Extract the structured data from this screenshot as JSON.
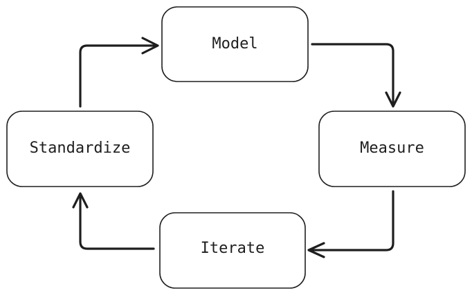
{
  "diagram": {
    "type": "cycle",
    "nodes": [
      {
        "id": "model",
        "label": "Model"
      },
      {
        "id": "measure",
        "label": "Measure"
      },
      {
        "id": "iterate",
        "label": "Iterate"
      },
      {
        "id": "standardize",
        "label": "Standardize"
      }
    ],
    "edges": [
      {
        "from": "model",
        "to": "measure"
      },
      {
        "from": "measure",
        "to": "iterate"
      },
      {
        "from": "iterate",
        "to": "standardize"
      },
      {
        "from": "standardize",
        "to": "model"
      }
    ],
    "colors": {
      "stroke": "#1e1e1e",
      "box_fill": "#ffffff",
      "background": "#ffffff"
    }
  }
}
